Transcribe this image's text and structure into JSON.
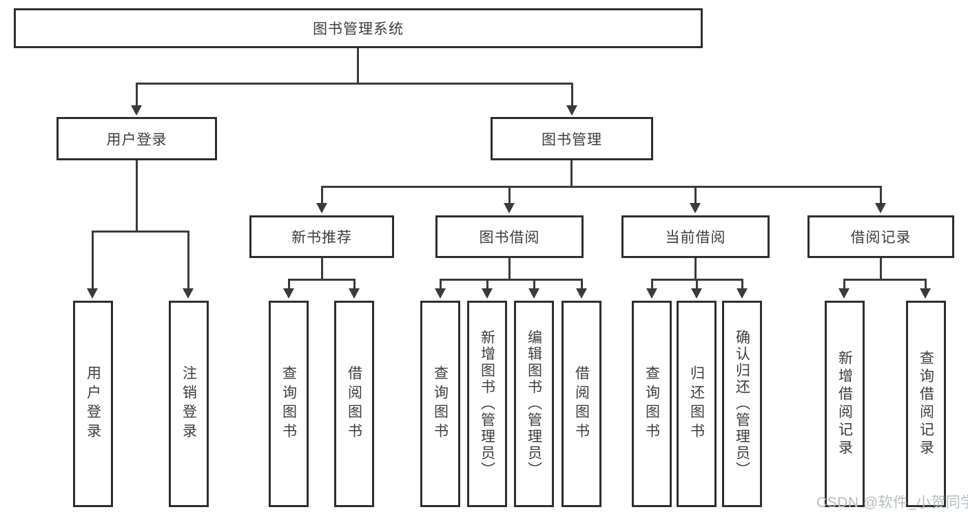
{
  "diagram": {
    "title": "图书管理系统",
    "root": {
      "label": "图书管理系统"
    },
    "level2": [
      {
        "label": "用户登录"
      },
      {
        "label": "图书管理"
      }
    ],
    "login_children": [
      "用户登录",
      "注销登录"
    ],
    "groups": [
      {
        "label": "新书推荐",
        "children": [
          "查询图书",
          "借阅图书"
        ]
      },
      {
        "label": "图书借阅",
        "children": [
          "查询图书",
          "新增图书（管理员）",
          "编辑图书（管理员）",
          "借阅图书"
        ]
      },
      {
        "label": "当前借阅",
        "children": [
          "查询图书",
          "归还图书",
          "确认归还（管理员）"
        ]
      },
      {
        "label": "借阅记录",
        "children": [
          "新增借阅记录",
          "查询借阅记录"
        ]
      }
    ],
    "watermark": "CSDN @软件_小贺同学",
    "colors": {
      "line": "#3b3b3b",
      "border": "#2e2e2e",
      "text": "#3d3d3d",
      "watermark": "#b7bcc2",
      "background": "#ffffff"
    }
  }
}
